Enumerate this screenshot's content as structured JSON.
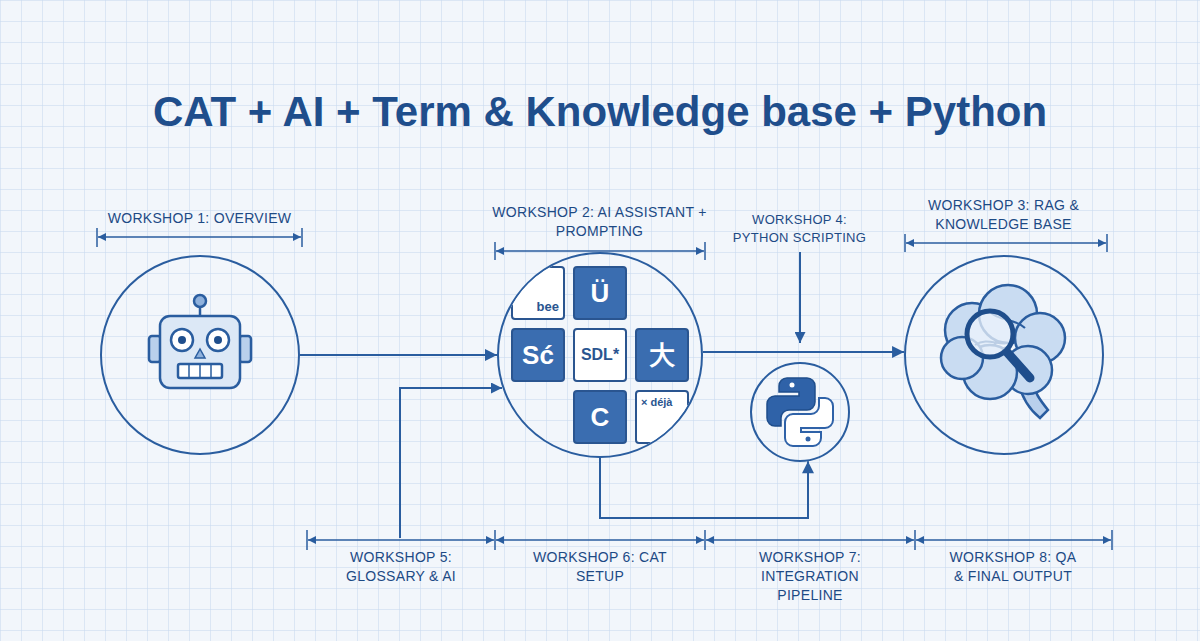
{
  "diagram": {
    "title": "CAT + AI + Term & Knowledge base + Python",
    "nodes": [
      {
        "text": [
          "WORKSHOP 1: OVERVIEW"
        ]
      },
      {
        "text": [
          "WORKSHOP 2: AI ASSISTANT + PROMPTING"
        ]
      },
      {
        "text": [
          "bee"
        ],
        "in": 1
      },
      {
        "text": [
          "Ü"
        ],
        "in": 1
      },
      {
        "text": [
          "Sć"
        ],
        "in": 1
      },
      {
        "text": [
          "SDL*"
        ],
        "in": 1
      },
      {
        "text": [
          "大"
        ],
        "in": 1
      },
      {
        "text": [
          "C"
        ],
        "in": 1
      },
      {
        "text": [
          "× déjà"
        ],
        "in": 1
      },
      {
        "text": [
          "WORKSHOP 4: PYTHON SCRIPTING"
        ]
      },
      {
        "text": [
          "WORKSHOP 3: RAG & KNOWLEDGE BASE"
        ]
      }
    ],
    "edges": [
      {
        "from": 0,
        "to": 1,
        "arrow": "to"
      },
      {
        "from": 1,
        "to": 10,
        "arrow": "to"
      },
      {
        "from": 1,
        "to": 9,
        "arrow": "to"
      }
    ],
    "labels": [
      "WORKSHOP 5: GLOSSARY & AI",
      "WORKSHOP 6: CAT SETUP",
      "WORKSHOP 7: INTEGRATION PIPELINE",
      "WORKSHOP 8: QA & FINAL OUTPUT"
    ]
  }
}
